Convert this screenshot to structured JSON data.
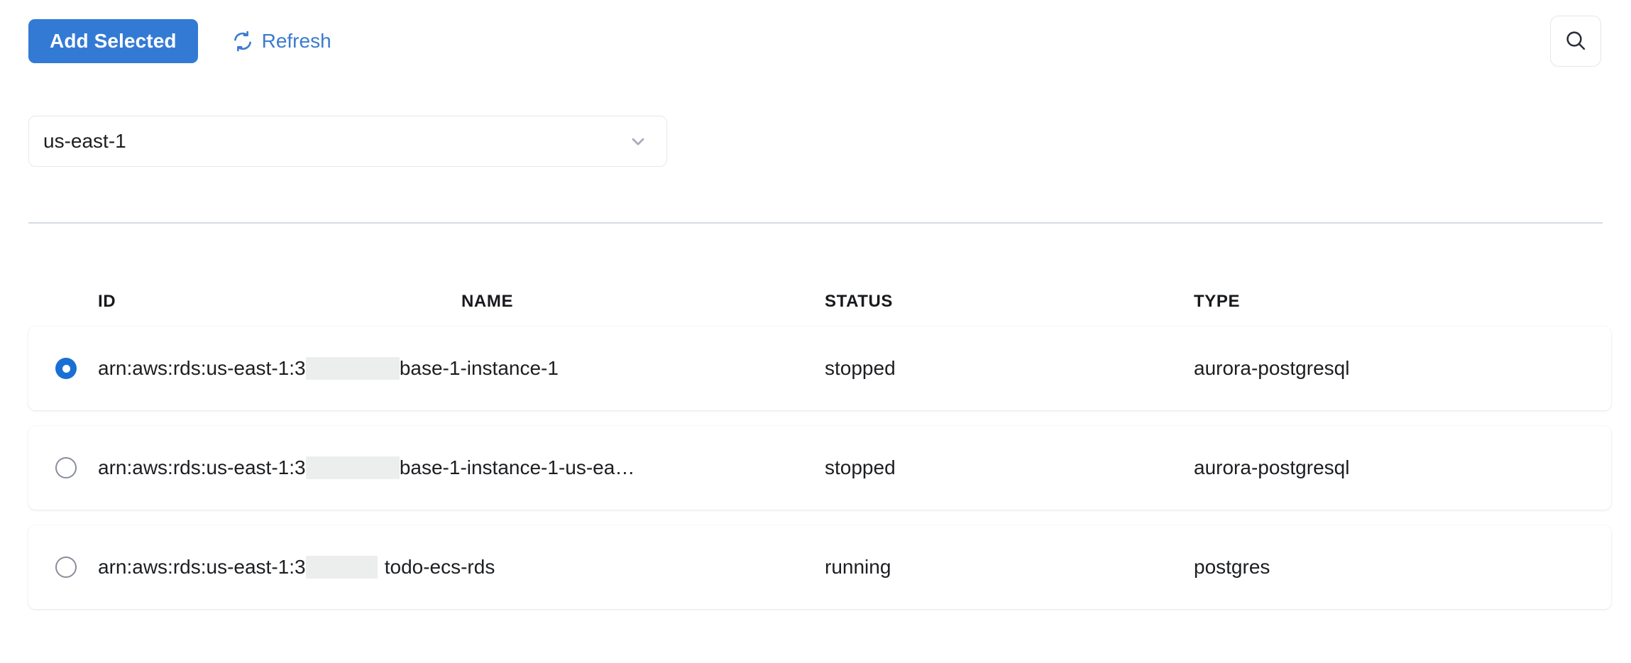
{
  "toolbar": {
    "add_selected_label": "Add Selected",
    "refresh_label": "Refresh",
    "refresh_icon": "refresh-icon",
    "search_icon": "search-icon",
    "primary_color": "#337ad4",
    "link_color": "#3a7bd0"
  },
  "region_select": {
    "value": "us-east-1",
    "chevron_icon": "chevron-down-icon"
  },
  "table": {
    "headers": [
      "ID",
      "NAME",
      "STATUS",
      "TYPE"
    ],
    "rows": [
      {
        "selected": true,
        "id_prefix": "arn:aws:rds:us-east-1:3",
        "id_redacted": "                 ",
        "id_suffix": "base-1-instance-1",
        "status": "stopped",
        "type": "aurora-postgresql"
      },
      {
        "selected": false,
        "id_prefix": "arn:aws:rds:us-east-1:3",
        "id_redacted": "                 ",
        "id_suffix": "base-1-instance-1-us-ea…",
        "status": "stopped",
        "type": "aurora-postgresql"
      },
      {
        "selected": false,
        "id_prefix": "arn:aws:rds:us-east-1:3",
        "id_redacted": "             ",
        "id_suffix": "todo-ecs-rds",
        "status": "running",
        "type": "postgres"
      }
    ]
  }
}
